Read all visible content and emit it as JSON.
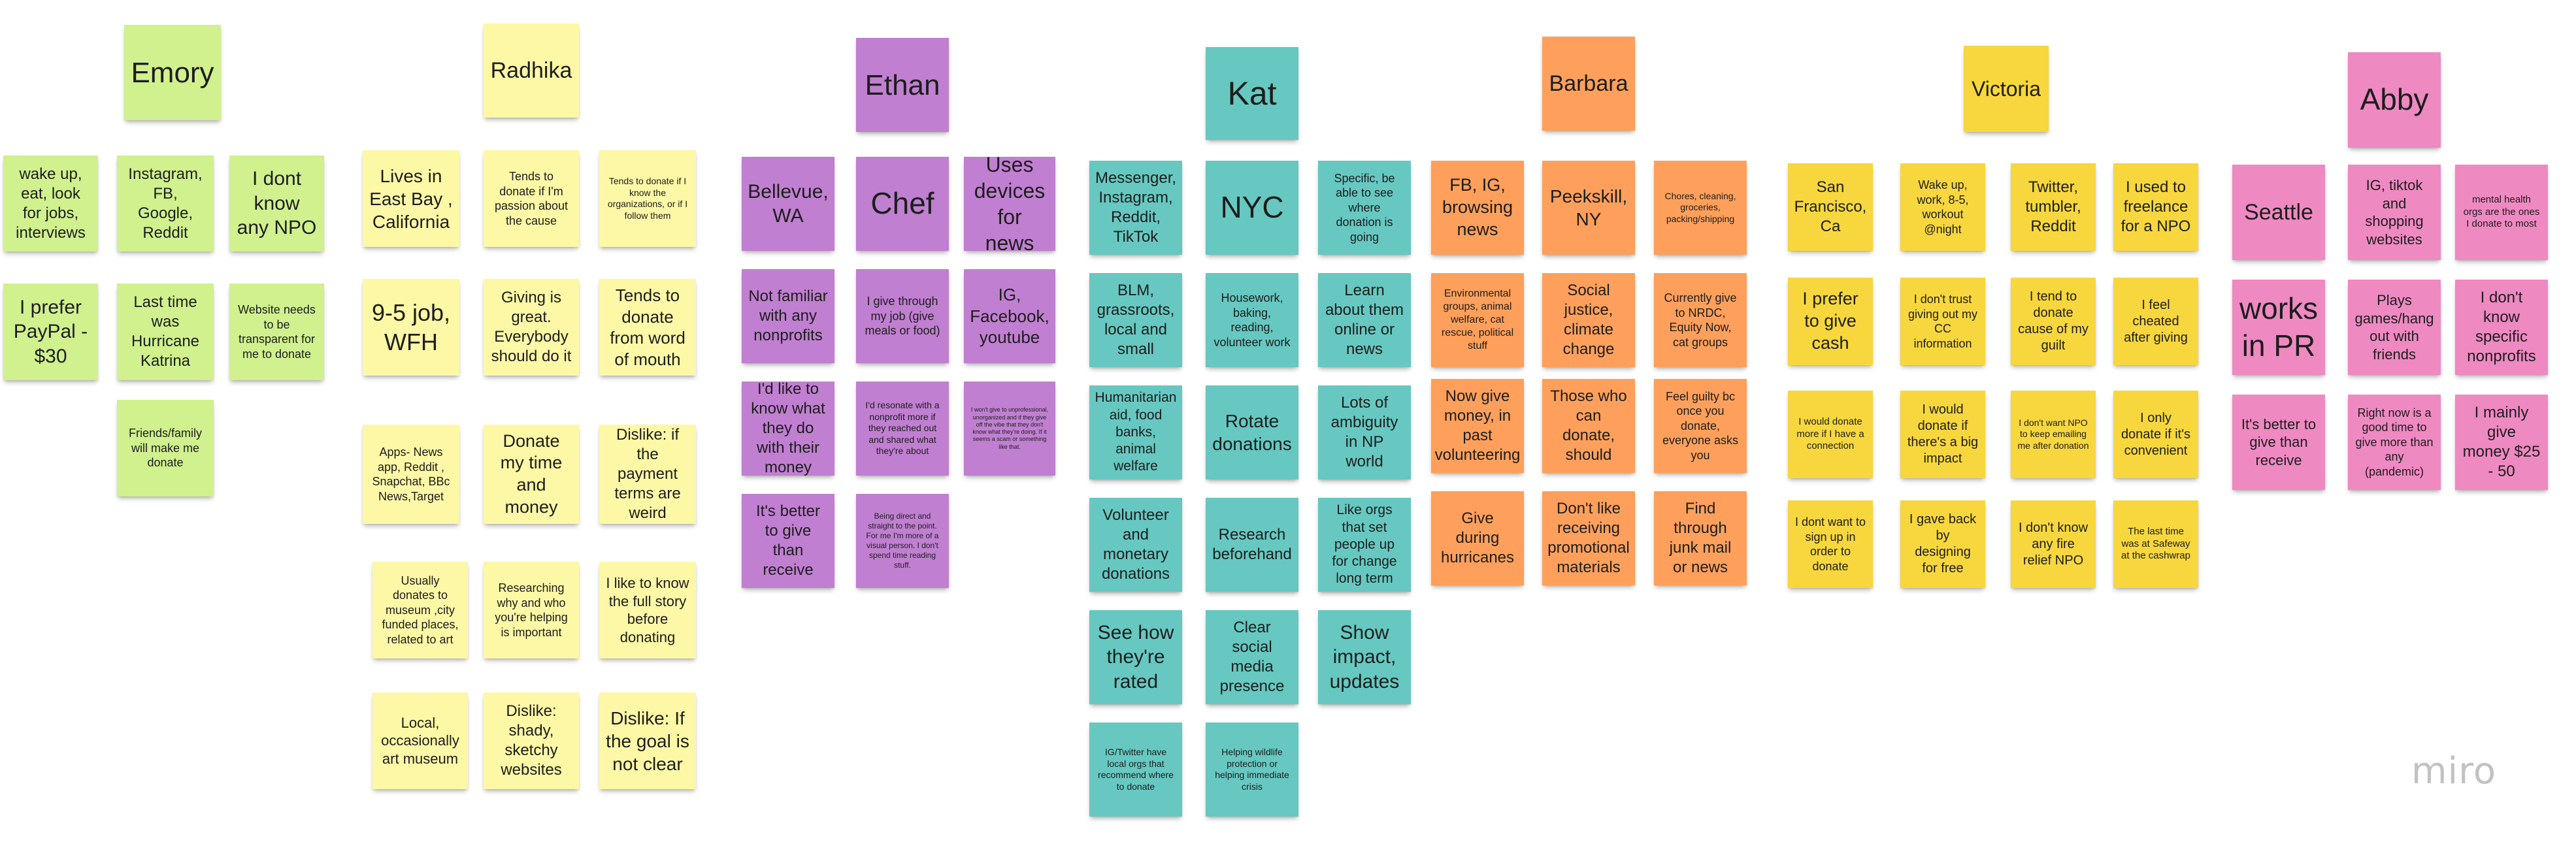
{
  "board": {
    "logo": "miro",
    "colors": {
      "green": "#d0f18e",
      "yellow": "#fdf8a6",
      "purple": "#c07fd1",
      "teal": "#66c8c1",
      "orange": "#fea05b",
      "gold": "#f7d73d",
      "pink": "#ef89c2"
    }
  },
  "participants": {
    "emory": {
      "name": "Emory",
      "notes": [
        "wake up, eat, look for jobs, interviews",
        "Instagram, FB, Google, Reddit",
        "I dont know any NPO",
        "I prefer PayPal - $30",
        "Last time was Hurricane Katrina",
        "Website needs to be transparent for me to donate",
        "Friends/family will make me donate"
      ]
    },
    "radhika": {
      "name": "Radhika",
      "notes": [
        "Lives in East Bay , California",
        "Tends to donate if I'm passion about the cause",
        "Tends to donate if I know the organizations, or if I follow them",
        "9-5 job, WFH",
        "Giving is great. Everybody should do it",
        "Tends to donate from word of mouth",
        "Apps- News app, Reddit , Snapchat, BBc News,Target",
        "Donate my time and money",
        "Dislike: if the payment terms are weird",
        "Usually donates to museum ,city funded places, related to art",
        "Researching why and who you're helping is important",
        "I like to know the full story before donating",
        "Local, occasionally art museum",
        "Dislike: shady, sketchy websites",
        "Dislike: If the goal is not clear"
      ]
    },
    "ethan": {
      "name": "Ethan",
      "notes": [
        "Bellevue, WA",
        "Chef",
        "Uses devices for news",
        "Not familiar with any nonprofits",
        "I give through my job (give meals or food)",
        "IG, Facebook, youtube",
        "I'd like to know what they do with their money",
        "I'd resonate with a nonprofit more if they reached out and shared what they're about",
        "I won't give to unprofessional, unorganized and if they give off the vibe that they don't know what they're doing. If it seems a scam or something like that.",
        "It's better to give than receive",
        "Being direct and straight to the point. For me I'm more of a visual person. I don't spend time reading stuff."
      ]
    },
    "kat": {
      "name": "Kat",
      "notes": [
        "Messenger, Instagram, Reddit, TikTok",
        "NYC",
        "Specific, be able to see where donation is going",
        "BLM, grassroots, local and small",
        "Housework, baking, reading, volunteer work",
        "Learn about them online or news",
        "Humanitarian aid, food banks, animal welfare",
        "Rotate donations",
        "Lots of ambiguity in NP world",
        "Volunteer and monetary donations",
        "Research beforehand",
        "Like orgs that set people up for change long term",
        "See how they're rated",
        "Clear social media presence",
        "Show impact, updates",
        "IG/Twitter have local orgs that recommend where to donate",
        "Helping wildlife protection or helping immediate crisis"
      ]
    },
    "barbara": {
      "name": "Barbara",
      "notes": [
        "FB, IG, browsing news",
        "Peekskill, NY",
        "Chores, cleaning, groceries, packing/shipping",
        "Environmental groups, animal welfare, cat rescue, political stuff",
        "Social justice, climate change",
        "Currently give to NRDC, Equity Now, cat groups",
        "Now give money, in past volunteering",
        "Those who can donate, should",
        "Feel guilty bc once you donate, everyone asks you",
        "Give during hurricanes",
        "Don't like receiving promotional materials",
        "Find through junk mail or news"
      ]
    },
    "victoria": {
      "name": "Victoria",
      "notes": [
        "San Francisco, Ca",
        "Wake up, work, 8-5, workout @night",
        "Twitter, tumbler, Reddit",
        "I used to freelance for a NPO",
        "I prefer to give cash",
        "I don't trust giving out my CC information",
        "I tend to donate cause of my guilt",
        "I feel cheated after giving",
        "I would donate more if I have a connection",
        "I would donate if there's a big impact",
        "I don't want NPO to keep emailing me after donation",
        "I only donate if it's convenient",
        "I dont want to sign up in order to donate",
        "I gave back by designing for free",
        "I don't know any fire relief NPO",
        "The last time was at Safeway at the cashwrap"
      ]
    },
    "abby": {
      "name": "Abby",
      "notes": [
        "Seattle",
        "IG, tiktok and shopping websites",
        "mental health orgs are the ones I donate to most",
        "works in PR",
        "Plays games/hang out with friends",
        "I don't know specific nonprofits",
        "It's better to give than receive",
        "Right now is a good time to give more than any (pandemic)",
        "I mainly give money $25 - 50"
      ]
    }
  }
}
